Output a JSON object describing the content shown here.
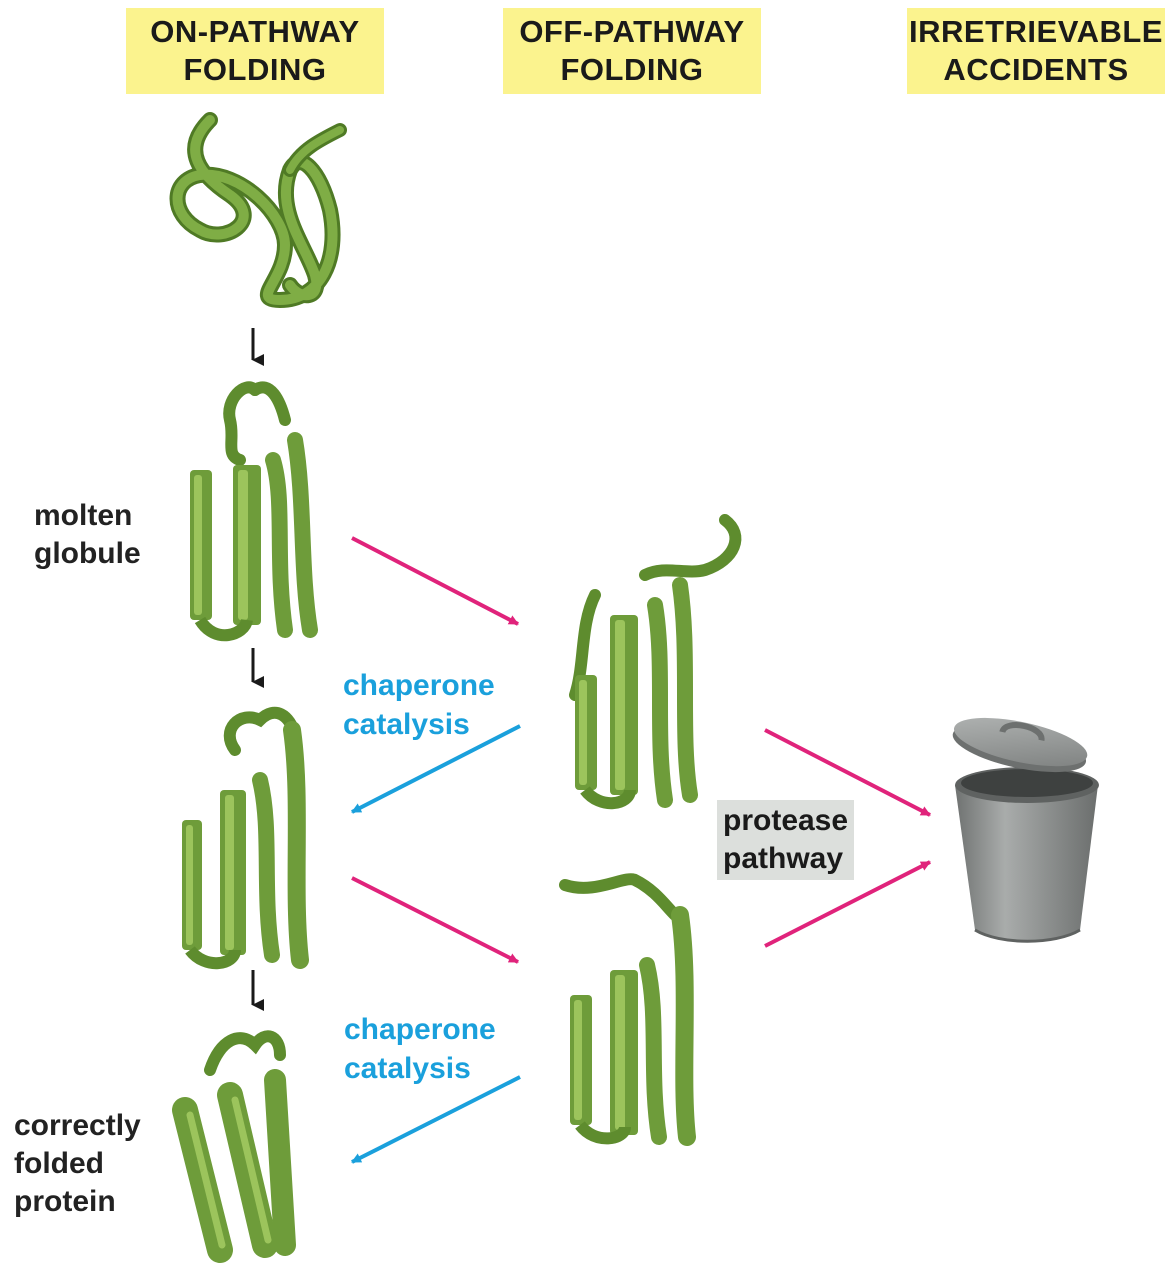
{
  "headers": {
    "on_pathway": [
      "ON-PATHWAY",
      "FOLDING"
    ],
    "off_pathway": [
      "OFF-PATHWAY",
      "FOLDING"
    ],
    "irretrievable": [
      "IRRETRIEVABLE",
      "ACCIDENTS"
    ]
  },
  "labels": {
    "molten_globule": [
      "molten",
      "globule"
    ],
    "correctly_folded": [
      "correctly",
      "folded",
      "protein"
    ],
    "chaperone_1": [
      "chaperone",
      "catalysis"
    ],
    "chaperone_2": [
      "chaperone",
      "catalysis"
    ],
    "protease": [
      "protease",
      "pathway"
    ]
  },
  "colors": {
    "header_bg": "#fbf38e",
    "protein_green": "#6e9c3a",
    "protein_highlight": "#9cc45c",
    "arrow_magenta": "#e0237b",
    "arrow_blue": "#1aa0dc",
    "arrow_black": "#1a1a1a",
    "trash_gray": "#8a8d8c",
    "protease_bg": "#dcdfdc"
  },
  "icons": [
    "unfolded-chain-icon",
    "protein-ribbon-icon",
    "trash-can-icon"
  ]
}
